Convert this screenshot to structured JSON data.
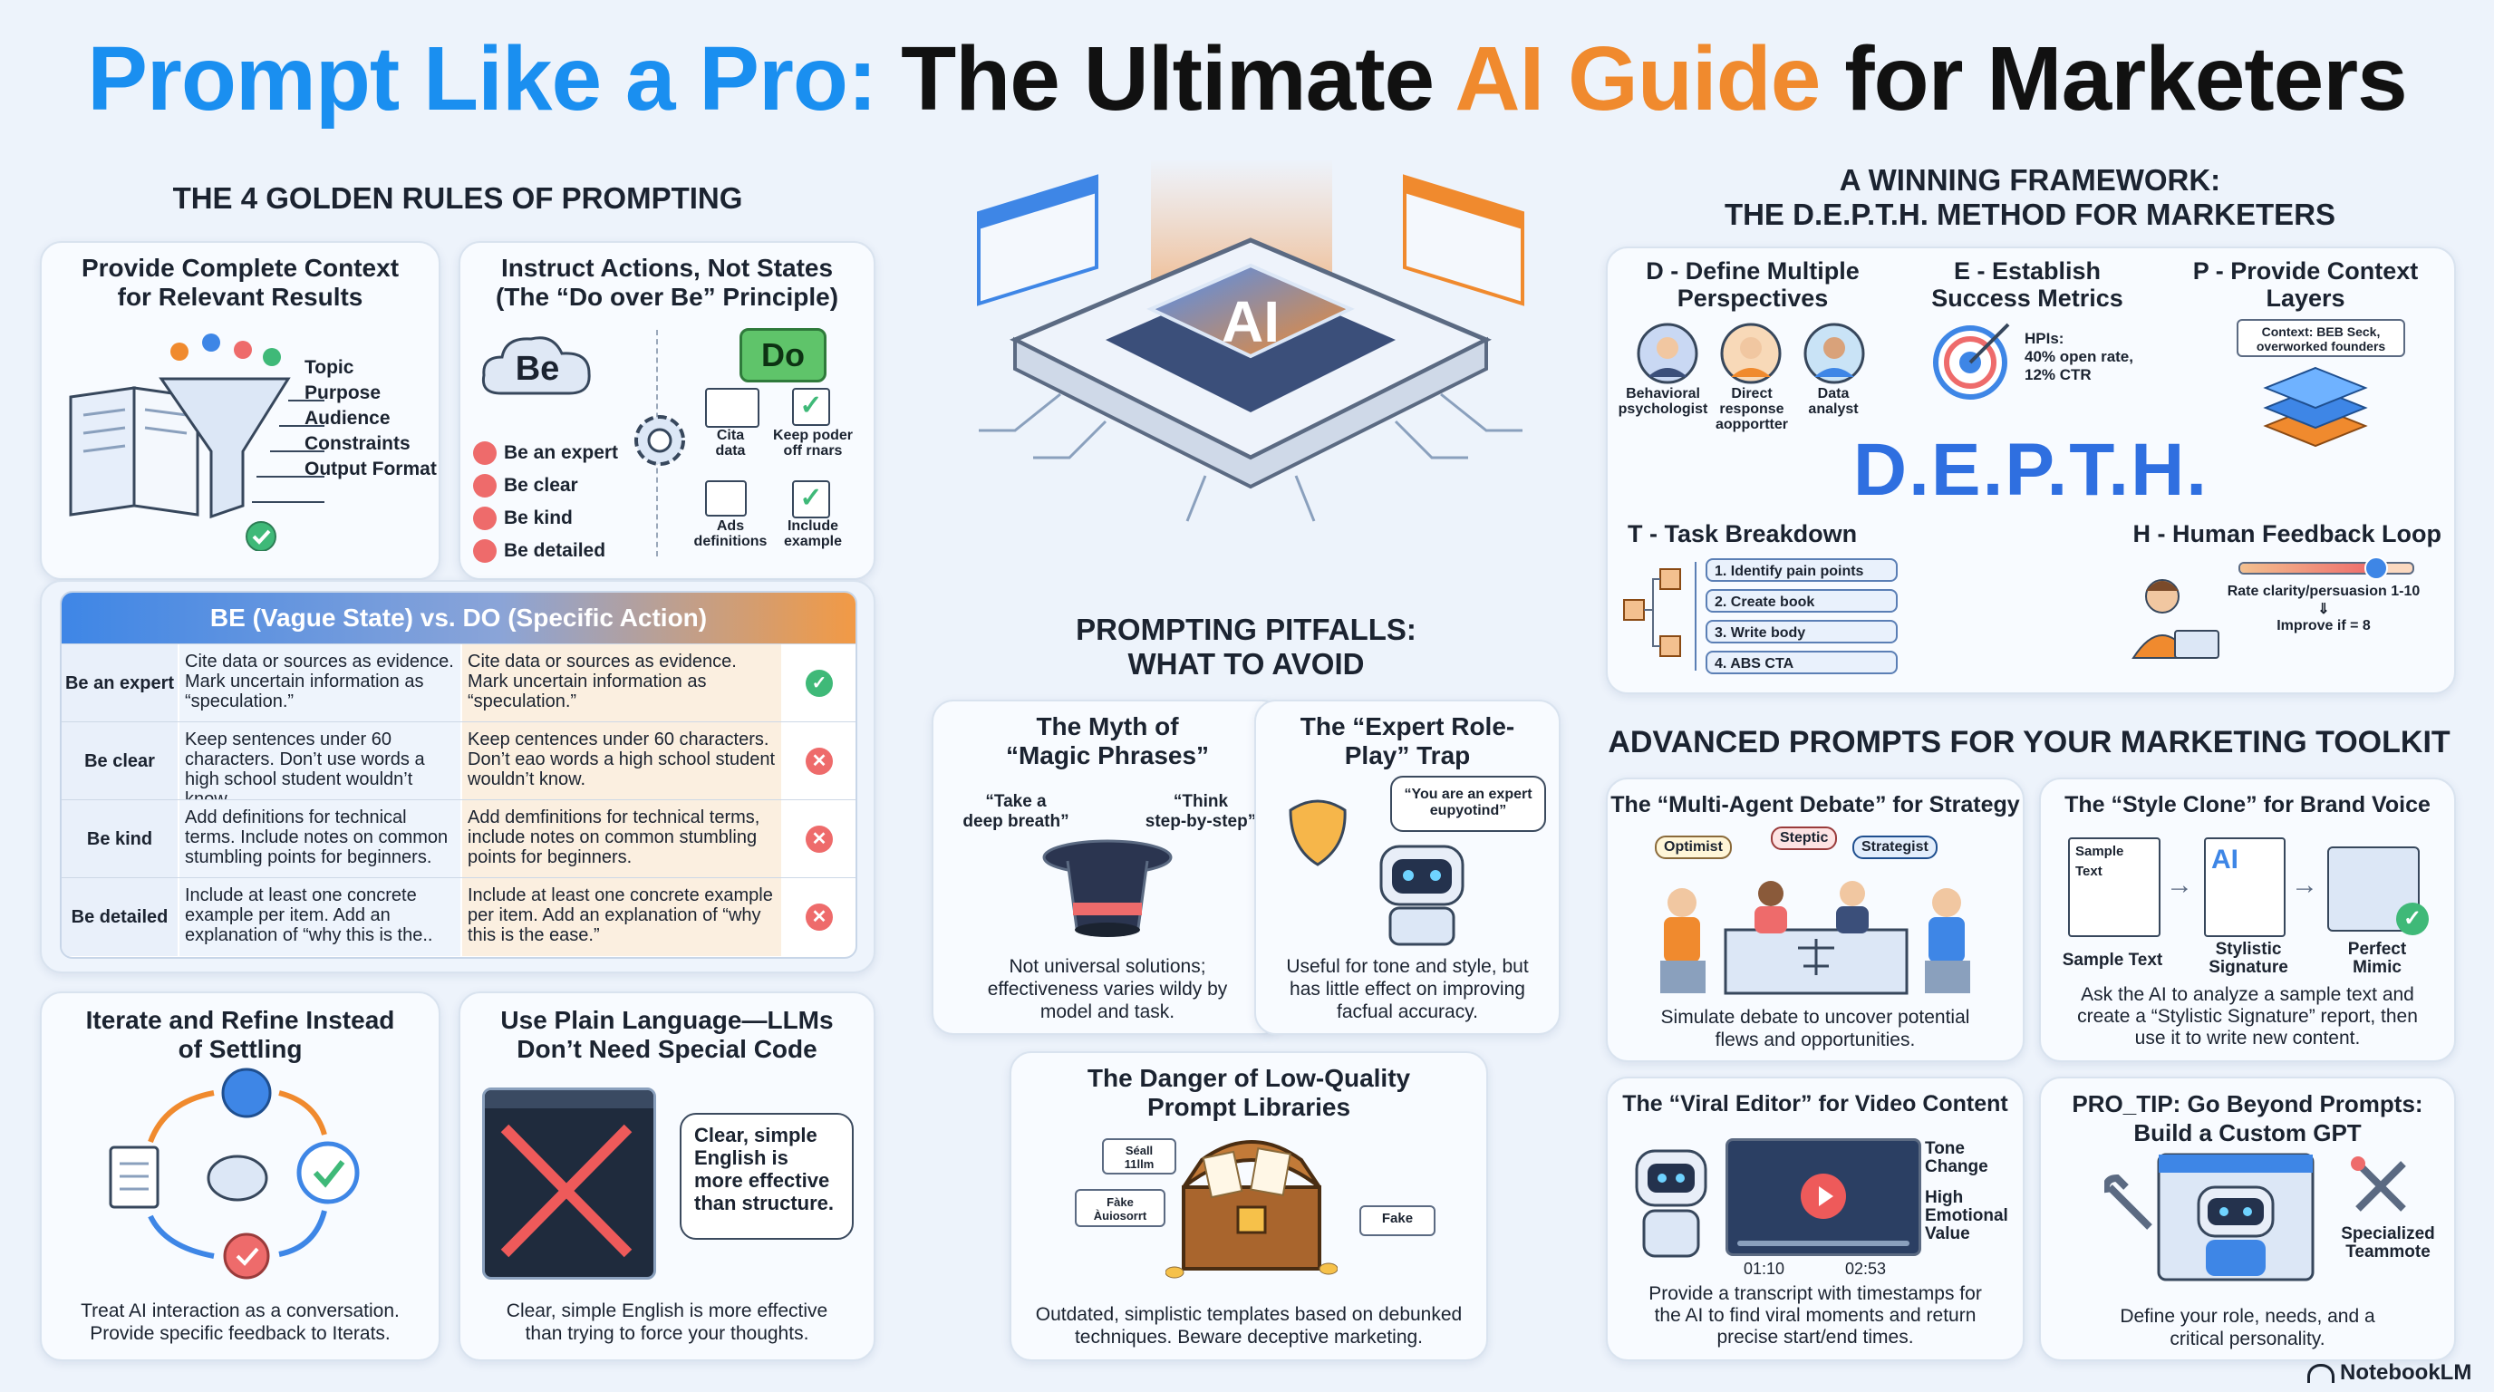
{
  "title": {
    "part1": "Prompt Like a Pro:",
    "part2": "The Ultimate",
    "part3": "AI Guide",
    "part4": "for Marketers"
  },
  "colors": {
    "blue": "#1a8ff0",
    "orange": "#f08a2e",
    "green": "#3fb978",
    "red": "#ee6b6b"
  },
  "golden_rules": {
    "heading": "THE 4 GOLDEN RULES OF PROMPTING",
    "context_card": {
      "title_line1": "Provide Complete Context",
      "title_line2": "for Relevant Results",
      "items": [
        "Topic",
        "Purpose",
        "Audience",
        "Constraints",
        "Output Format"
      ],
      "icons": [
        "open-book-icon",
        "funnel-icon",
        "check-icon"
      ]
    },
    "actions_card": {
      "title_line1": "Instruct Actions, Not States",
      "title_line2": "(The “Do over Be” Principle)",
      "be_label": "Be",
      "do_label": "Do",
      "be_items": [
        "Be an expert",
        "Be clear",
        "Be kind",
        "Be detailed"
      ],
      "do_items": [
        {
          "line1": "Cita",
          "line2": "data"
        },
        {
          "line1": "Keep poder",
          "line2": "off rnars"
        },
        {
          "line1": "Ads",
          "line2": "definitions"
        },
        {
          "line1": "Include",
          "line2": "example"
        }
      ]
    },
    "table": {
      "header": "BE (Vague State) vs. DO (Specific Action)",
      "rows": [
        {
          "be": "Be an expert",
          "vague": "Cite data or sources as evidence. Mark uncertain information as “speculation.”",
          "specific": "Cite data or sources as evidence. Mark uncertain information as “speculation.”",
          "status": "check"
        },
        {
          "be": "Be clear",
          "vague": "Keep sentences under 60 characters. Don’t use words a high school student wouldn’t know.",
          "specific": "Keep centences under 60 characters. Don’t eao words a high school student wouldn’t know.",
          "status": "cross"
        },
        {
          "be": "Be kind",
          "vague": "Add definitions for technical terms. Include notes on common stumbling points for beginners.",
          "specific": "Add demfinitions for technical terms, include notes on common stumbling points for beginners.",
          "status": "cross"
        },
        {
          "be": "Be detailed",
          "vague": "Include at least one concrete example per item. Add an explanation of “why this is the..",
          "specific": "Include at least one concrete example per item. Add an explanation of “why this is the ease.”",
          "status": "cross"
        }
      ]
    },
    "iterate_card": {
      "title_line1": "Iterate and Refine Instead",
      "title_line2": "of Settling",
      "caption_line1": "Treat AI interaction as a conversation.",
      "caption_line2": "Provide specific feedback to Iterats."
    },
    "plain_card": {
      "title_line1": "Use Plain Language—LLMs",
      "title_line2": "Don’t Need Special Code",
      "bubble": "Clear, simple English is more effective than structure.",
      "caption_line1": "Clear, simple English is more effective",
      "caption_line2": "than trying to force your thoughts."
    }
  },
  "center": {
    "chip_label": "AI",
    "pitfalls_heading_line1": "PROMPTING PITFALLS:",
    "pitfalls_heading_line2": "WHAT TO AVOID",
    "myth_card": {
      "title_line1": "The Myth of",
      "title_line2": "“Magic Phrases”",
      "phrase1_line1": "“Take a",
      "phrase1_line2": "deep breath”",
      "phrase2_line1": "“Think",
      "phrase2_line2": "step-by-step”",
      "caption_line1": "Not universal solutions;",
      "caption_line2": "effectiveness varies wildy by",
      "caption_line3": "model and task."
    },
    "roleplay_card": {
      "title_line1": "The “Expert Role-",
      "title_line2": "Play” Trap",
      "bubble_line1": "“You are an expert",
      "bubble_line2": "eupyotind”",
      "caption_line1": "Useful for tone and style, but",
      "caption_line2": "has little effect on improving",
      "caption_line3": "facfual accuracy."
    },
    "library_card": {
      "title_line1": "The Danger of Low-Quality",
      "title_line2": "Prompt Libraries",
      "tag1_line1": "Séall",
      "tag1_line2": "11llm",
      "tag2_line1": "Fàke",
      "tag2_line2": "Àuiosorrt",
      "tag3": "Fake",
      "caption_line1": "Outdated, simplistic templates based on debunked",
      "caption_line2": "techniques. Beware deceptive marketing."
    }
  },
  "depth": {
    "heading_line1": "A WINNING FRAMEWORK:",
    "heading_line2": "THE D.E.P.T.H. METHOD FOR MARKETERS",
    "acronym": "D.E.P.T.H.",
    "d": {
      "title_line1": "D - Define Multiple",
      "title_line2": "Perspectives",
      "personas": [
        {
          "line1": "Behavioral",
          "line2": "psychologist"
        },
        {
          "line1": "Direct",
          "line2": "response",
          "line3": "aopportter"
        },
        {
          "line1": "Data",
          "line2": "analyst"
        }
      ]
    },
    "e": {
      "title_line1": "E - Establish",
      "title_line2": "Success Metrics",
      "kpi_line1": "HPIs:",
      "kpi_line2": "40% open rate,",
      "kpi_line3": "12% CTR"
    },
    "p": {
      "title_line1": "P - Provide Context",
      "title_line2": "Layers",
      "context_line1": "Context: BEB Seck,",
      "context_line2": "overworked founders"
    },
    "t": {
      "title": "T - Task Breakdown",
      "steps": [
        "1. Identify pain points",
        "2. Create book",
        "3. Write body",
        "4. ABS CTA"
      ]
    },
    "h": {
      "title": "H - Human Feedback Loop",
      "rate": "Rate clarity/persuasion 1-10",
      "improve": "Improve if = 8",
      "slider_level": 0.78
    }
  },
  "advanced": {
    "heading": "ADVANCED PROMPTS FOR YOUR MARKETING TOOLKIT",
    "debate": {
      "title": "The “Multi-Agent Debate” for Strategy",
      "roles": [
        "Optimist",
        "Steptic",
        "Strategist"
      ],
      "caption_line1": "Simulate debate to uncover potential",
      "caption_line2": "flews and opportunities."
    },
    "style": {
      "title": "The “Style Clone” for Brand Voice",
      "doc_label_line1": "Sample",
      "doc_label_line2": "Text",
      "doc2_label": "AI",
      "steps": [
        {
          "line1": "Sample Text"
        },
        {
          "line1": "Stylistic",
          "line2": "Signature"
        },
        {
          "line1": "Perfect",
          "line2": "Mimic"
        }
      ],
      "caption_line1": "Ask the AI to analyze a sample text and",
      "caption_line2": "create a “Stylistic Signature” report, then",
      "caption_line3": "use it to write new content."
    },
    "viral": {
      "title": "The “Viral Editor” for Video Content",
      "labels": [
        {
          "line1": "Tone",
          "line2": "Change"
        },
        {
          "line1": "High",
          "line2": "Emotional",
          "line3": "Value"
        }
      ],
      "time_start": "01:10",
      "time_end": "02:53",
      "caption_line1": "Provide a transcript with timestamps for",
      "caption_line2": "the AI to find viral moments and return",
      "caption_line3": "precise start/end times."
    },
    "protip": {
      "title_line1": "PRO_TIP: Go Beyond Prompts:",
      "title_line2": "Build a Custom GPT",
      "label_line1": "Specialized",
      "label_line2": "Teammote",
      "caption_line1": "Define your role, needs, and a",
      "caption_line2": "critical personality."
    }
  },
  "brand": {
    "icon": "notebooklm-logo-icon",
    "name": "NotebookLM"
  }
}
